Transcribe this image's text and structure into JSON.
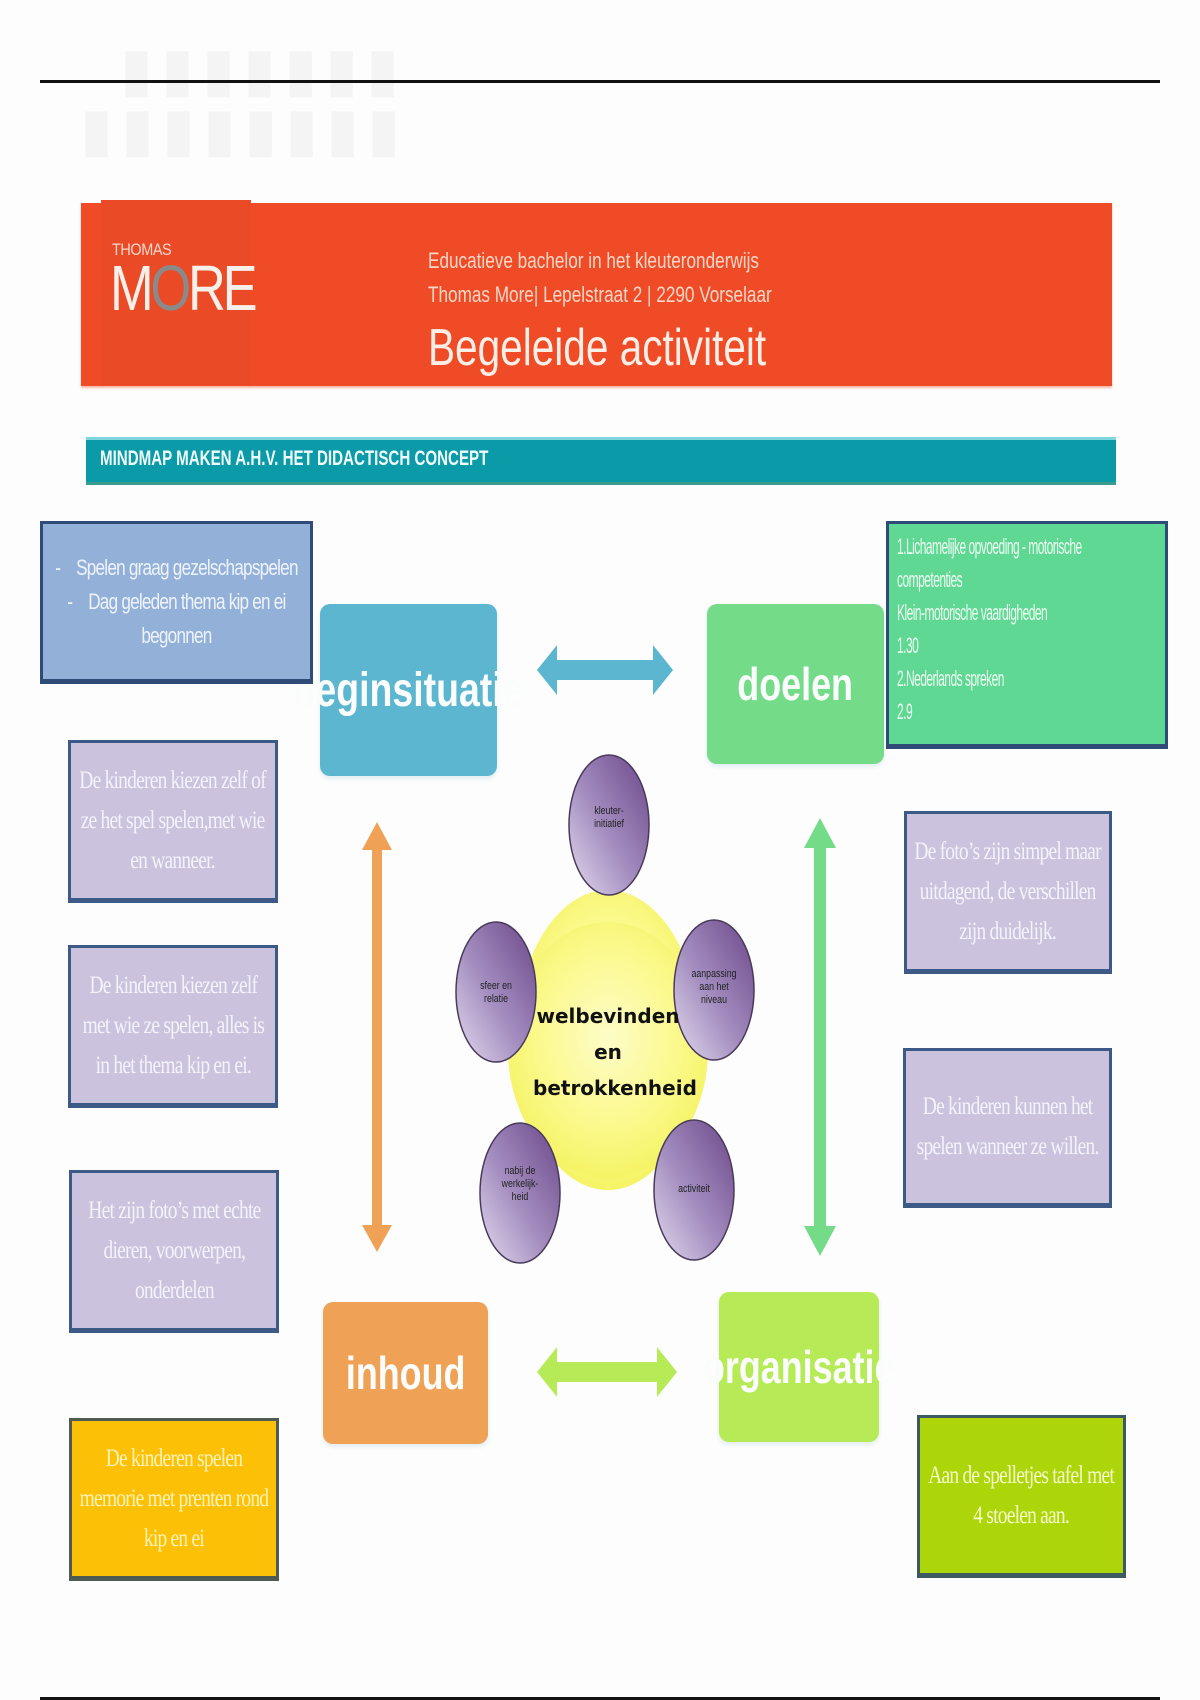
{
  "header": {
    "logo_top": "THOMAS",
    "logo_main_left": "M",
    "logo_main_o": "O",
    "logo_main_right": "RE",
    "line1": "Educatieve bachelor in het kleuteronderwijs",
    "line2": "Thomas More| Lepelstraat 2 | 2290 Vorselaar",
    "title": "Begeleide activiteit",
    "banner_color": "#ee4b26"
  },
  "section": {
    "title": "MINDMAP MAKEN A.H.V. HET DIDACTISCH CONCEPT",
    "color": "#0a9aa8"
  },
  "keys": {
    "beginsituatie": "beginsituatie",
    "doelen": "doelen",
    "inhoud": "inhoud",
    "organisatie": "organisatie"
  },
  "center": {
    "line1": "welbevinden",
    "line2": "en",
    "line3": "betrokkenheid",
    "petals": [
      {
        "line1": "kleuter-",
        "line2": "initiatief",
        "line3": ""
      },
      {
        "line1": "aanpassing",
        "line2": "aan het",
        "line3": "niveau"
      },
      {
        "line1": "activiteit",
        "line2": "",
        "line3": ""
      },
      {
        "line1": "nabij de",
        "line2": "werkelijk-",
        "line3": "heid"
      },
      {
        "line1": "sfeer en",
        "line2": "relatie",
        "line3": ""
      }
    ]
  },
  "notes": {
    "beginsituatie": {
      "bullets": [
        "Spelen graag gezelschapspelen",
        "Dag geleden thema kip en ei",
        "begonnen"
      ]
    },
    "doelen": {
      "lines": [
        "1.Lichamelijke opvoeding - motorische",
        "competenties",
        "Klein-motorische vaardigheden",
        "1.30",
        "2.Nederlands spreken",
        "2.9"
      ]
    },
    "left": [
      {
        "lines": [
          "De kinderen kiezen zelf of",
          "ze het spel spelen,met wie",
          "en wanneer."
        ]
      },
      {
        "lines": [
          "De kinderen kiezen zelf",
          "met wie ze spelen, alles is",
          "in het thema kip en ei."
        ]
      },
      {
        "lines": [
          "Het zijn foto’s met echte",
          "dieren, voorwerpen,",
          "onderdelen"
        ]
      }
    ],
    "right": [
      {
        "lines": [
          "De foto’s zijn simpel maar",
          "uitdagend, de verschillen",
          "zijn duidelijk."
        ]
      },
      {
        "lines": [
          "De kinderen kunnen het",
          "spelen wanneer ze willen."
        ]
      }
    ],
    "inhoud": {
      "lines": [
        "De kinderen spelen",
        "memorie met prenten rond",
        "kip en ei"
      ]
    },
    "organisatie": {
      "lines": [
        "Aan de spelletjes tafel met",
        "4 stoelen aan."
      ]
    }
  },
  "colors": {
    "arrow_top": "#5cb6d0",
    "arrow_left": "#efa255",
    "arrow_right": "#74db88",
    "arrow_bottom": "#b6ea56",
    "center_fill": "#fbf98a",
    "petal_fill": "#9c82b4"
  }
}
